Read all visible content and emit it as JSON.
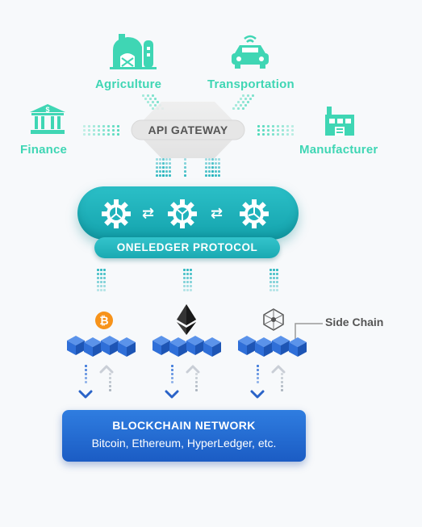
{
  "sectors": {
    "agriculture": "Agriculture",
    "transportation": "Transportation",
    "finance": "Finance",
    "manufacturer": "Manufacturer"
  },
  "gateway": {
    "label": "API GATEWAY"
  },
  "protocol": {
    "label": "ONELEDGER PROTOCOL"
  },
  "side_chain": {
    "label": "Side Chain"
  },
  "network": {
    "title": "BLOCKCHAIN NETWORK",
    "subtitle": "Bitcoin, Ethereum, HyperLedger, etc."
  },
  "chains": [
    {
      "icon": "bitcoin-icon",
      "symbol": "₿"
    },
    {
      "icon": "ethereum-icon"
    },
    {
      "icon": "hyperledger-icon"
    }
  ],
  "colors": {
    "accent_green": "#3fd6b4",
    "protocol_teal": "#1fb2bb",
    "block_blue": "#2f6fd8",
    "network_blue": "#2270d6"
  }
}
